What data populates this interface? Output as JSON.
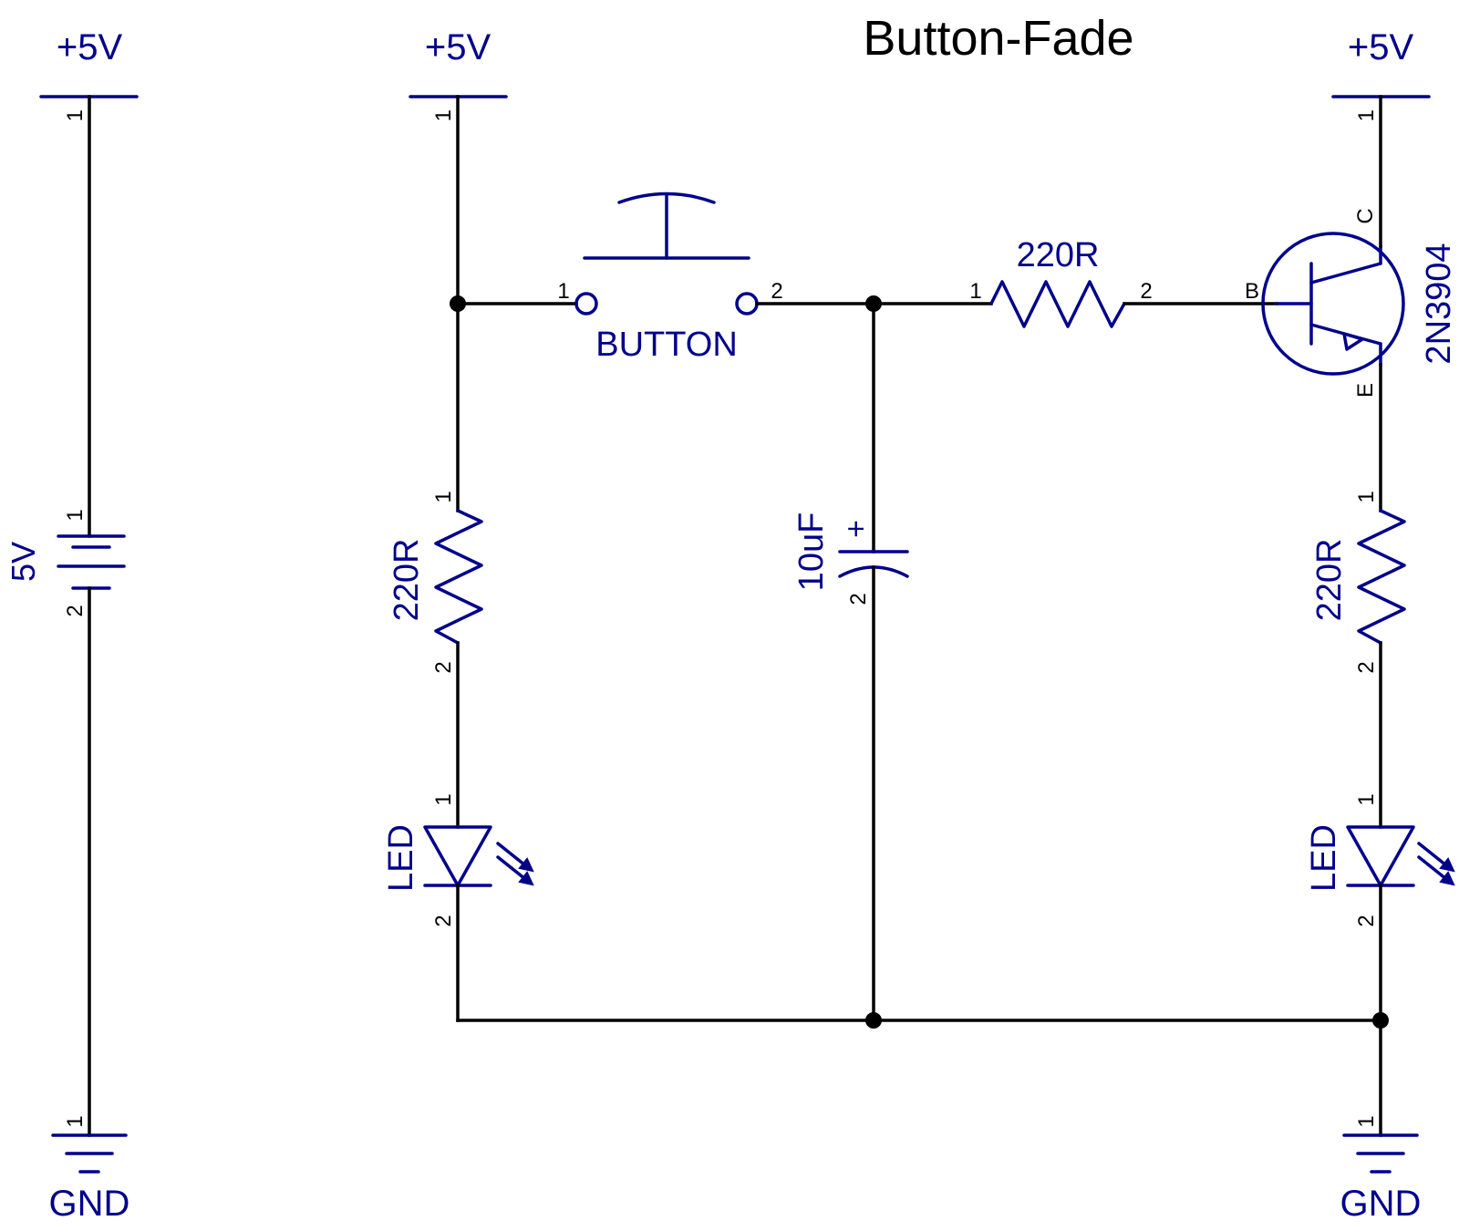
{
  "title": "Button-Fade",
  "colors": {
    "wire": "#000000",
    "symbol": "#00008b",
    "background": "#ffffff"
  },
  "supplies": {
    "vcc_left": "+5V",
    "vcc_mid": "+5V",
    "vcc_right": "+5V",
    "gnd_left": "GND",
    "gnd_right": "GND"
  },
  "battery": {
    "value": "5V",
    "pin_plus": "1",
    "pin_minus": "2"
  },
  "button": {
    "label": "BUTTON",
    "pin1": "1",
    "pin2": "2"
  },
  "r_base": {
    "value": "220R",
    "pin1": "1",
    "pin2": "2"
  },
  "r_left": {
    "value": "220R",
    "pin1": "1",
    "pin2": "2"
  },
  "r_right": {
    "value": "220R",
    "pin1": "1",
    "pin2": "2"
  },
  "capacitor": {
    "value": "10uF",
    "polarity": "+",
    "pin2": "2"
  },
  "transistor": {
    "part": "2N3904",
    "pin_b": "B",
    "pin_c": "C",
    "pin_e": "E"
  },
  "led_left": {
    "label": "LED",
    "pin1": "1",
    "pin2": "2"
  },
  "led_right": {
    "label": "LED",
    "pin1": "1",
    "pin2": "2"
  },
  "supply_pins": {
    "vcc_pin": "1",
    "gnd_pin": "1"
  }
}
